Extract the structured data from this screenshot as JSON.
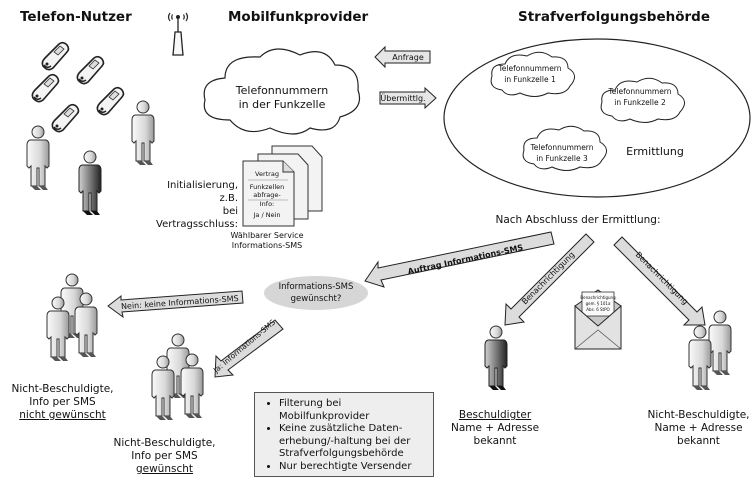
{
  "headers": {
    "users": "Telefon-Nutzer",
    "provider": "Mobilfunkprovider",
    "authority": "Strafverfolgungsbehörde"
  },
  "provider": {
    "cloud": [
      "Telefonnummern",
      "in der Funkzelle"
    ],
    "init_label": [
      "Initialisierung, z.B.",
      "bei Vertragsschluss:"
    ],
    "doc": {
      "title": "Vertrag",
      "lines": [
        "Funkzellen",
        "abfrage-",
        "Info:",
        "Ja / Nein"
      ]
    },
    "service_label": [
      "Wählbarer Service",
      "Informations-SMS"
    ]
  },
  "arrows": {
    "request": "Anfrage",
    "transmit": "Übermittlg.",
    "order_sms": "Auftrag Informations-SMS",
    "notify_left": "Benachrichtigung",
    "notify_right": "Benachrichtigung",
    "no_sms": "Nein: keine Informations-SMS",
    "yes_sms": "Ja: Informations-SMS"
  },
  "authority": {
    "clouds": [
      [
        "Telefonnummern",
        "in Funkzelle 1"
      ],
      [
        "Telefonnummern",
        "in Funkzelle 2"
      ],
      [
        "Telefonnummern",
        "in Funkzelle 3"
      ]
    ],
    "ellipse_label": "Ermittlung",
    "after_label": "Nach Abschluss der Ermittlung:"
  },
  "decision": [
    "Informations-SMS",
    "gewünscht?"
  ],
  "letter": [
    "Benachrichtigung",
    "gem. § 101a",
    "Abs. 6 StPO"
  ],
  "groups": {
    "no_sms": {
      "line1": "Nicht-Beschuldigte,",
      "line2": "Info per SMS",
      "line3": "nicht gewünscht"
    },
    "yes_sms": {
      "line1": "Nicht-Beschuldigte,",
      "line2": "Info per SMS",
      "line3": "gewünscht"
    },
    "suspect": {
      "line1": "Beschuldigter",
      "line2": "Name + Adresse",
      "line3": "bekannt"
    },
    "others": {
      "line1": "Nicht-Beschuldigte,",
      "line2": "Name + Adresse",
      "line3": "bekannt"
    }
  },
  "infobox": {
    "items": [
      "Filterung bei Mobilfunkprovider",
      "Keine zusätzliche Daten-erhebung/-haltung bei der Strafverfolgungsbehörde",
      "Nur berechtigte Versender"
    ]
  }
}
